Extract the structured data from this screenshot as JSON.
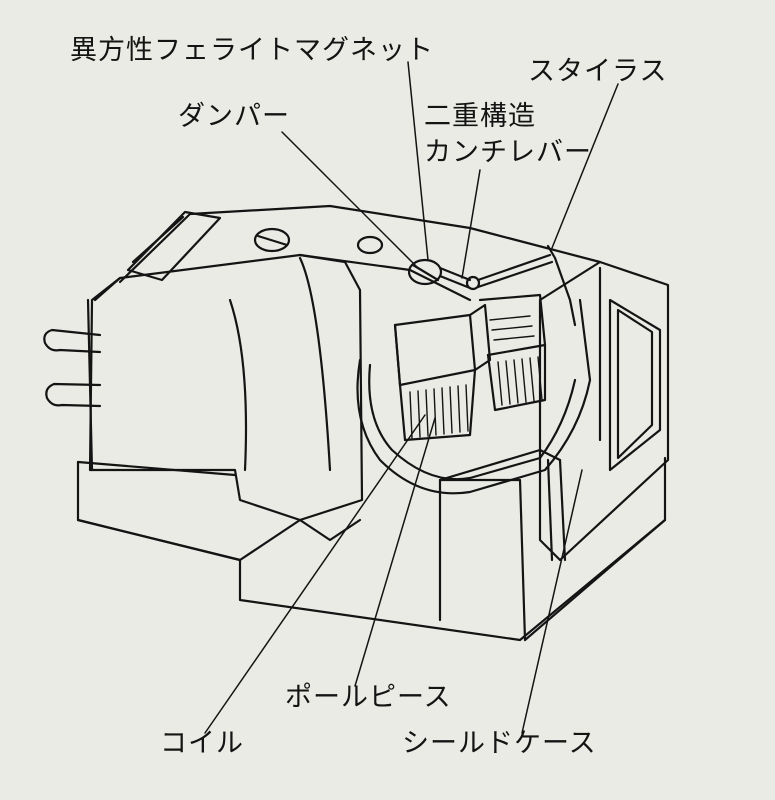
{
  "diagram": {
    "labels": {
      "magnet": "異方性フェライトマグネット",
      "stylus": "スタイラス",
      "damper": "ダンパー",
      "cantilever_line1": "二重構造",
      "cantilever_line2": "カンチレバー",
      "pole_piece": "ポールピース",
      "coil": "コイル",
      "shield_case": "シールドケース"
    },
    "colors": {
      "paper": "#e9ebe4",
      "ink": "#141414"
    }
  }
}
